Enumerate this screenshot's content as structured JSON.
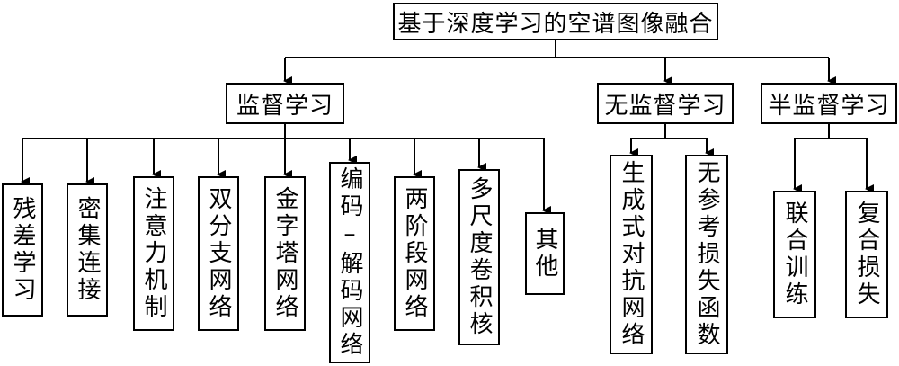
{
  "root": {
    "label": "基于深度学习的空谱图像融合"
  },
  "categories": [
    {
      "label": "监督学习"
    },
    {
      "label": "无监督学习"
    },
    {
      "label": "半监督学习"
    }
  ],
  "supervised": [
    {
      "label": "残差学习"
    },
    {
      "label": "密集连接"
    },
    {
      "label": "注意力机制"
    },
    {
      "label": "双分支网络"
    },
    {
      "label": "金字塔网络"
    },
    {
      "label": "编码–解码网络"
    },
    {
      "label": "两阶段网络"
    },
    {
      "label": "多尺度卷积核"
    },
    {
      "label": "其他"
    }
  ],
  "unsupervised": [
    {
      "label": "生成式对抗网络"
    },
    {
      "label": "无参考损失函数"
    }
  ],
  "semi_supervised": [
    {
      "label": "联合训练"
    },
    {
      "label": "复合损失"
    }
  ]
}
